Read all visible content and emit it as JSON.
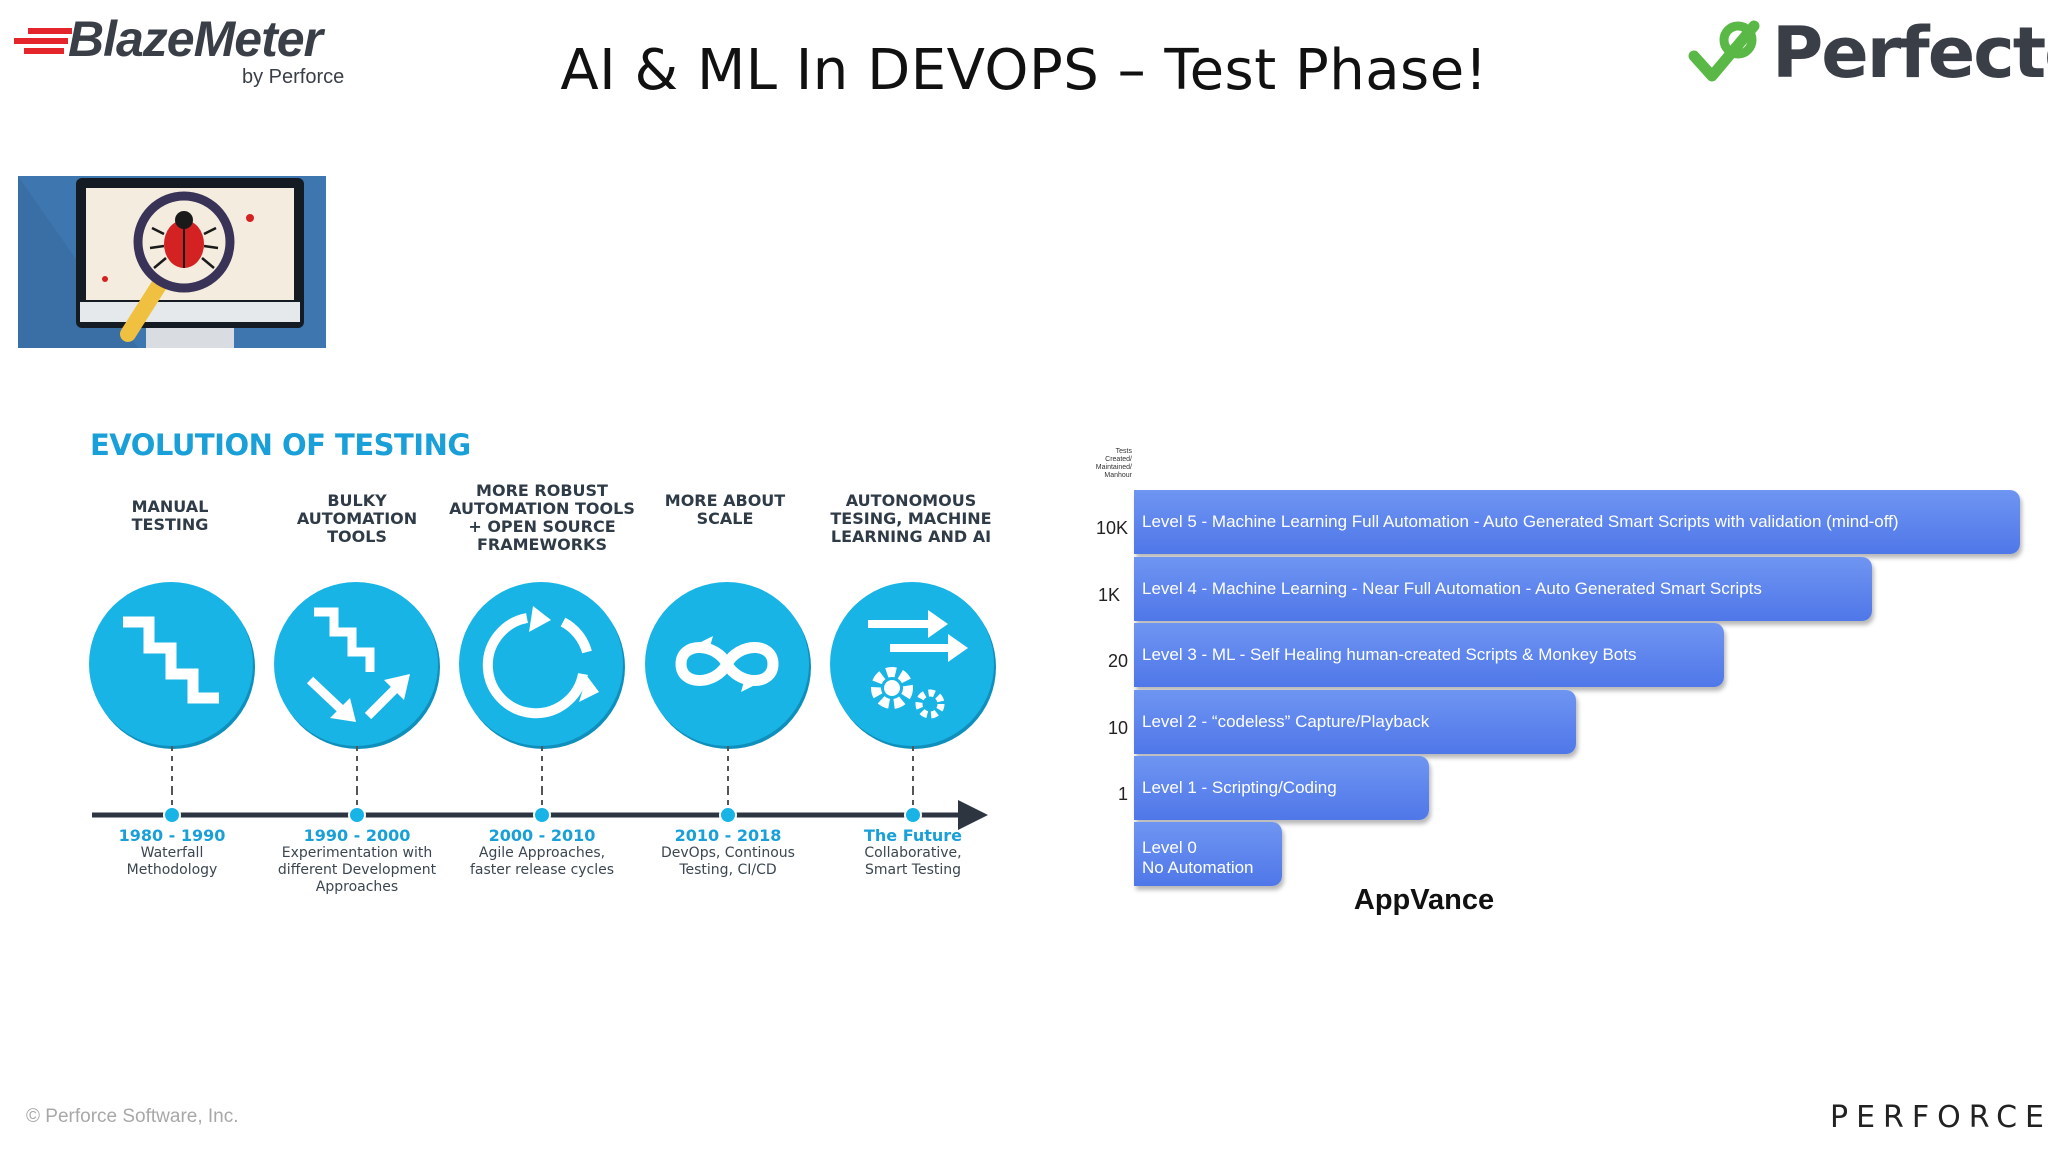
{
  "header": {
    "title": "AI & ML In DEVOPS – Test Phase!",
    "left_logo": {
      "name": "BlazeMeter",
      "sub": "by Perforce",
      "color": "#e4252c"
    },
    "right_logo": {
      "name": "Perfecto",
      "check_color": "#5ab946"
    }
  },
  "evolution": {
    "title": "EVOLUTION OF TESTING",
    "accent_color": "#18b4e6",
    "eras": [
      {
        "label": [
          "MANUAL",
          "TESTING"
        ],
        "icon": "stairs-icon",
        "year": "1980 - 1990",
        "desc": [
          "Waterfall",
          "Methodology"
        ]
      },
      {
        "label": [
          "BULKY",
          "AUTOMATION",
          "TOOLS"
        ],
        "icon": "stairs-arrows-icon",
        "year": "1990 - 2000",
        "desc": [
          "Experimentation with",
          "different Development",
          "Approaches"
        ]
      },
      {
        "label": [
          "MORE ROBUST",
          "AUTOMATION TOOLS",
          "+ OPEN SOURCE",
          "FRAMEWORKS"
        ],
        "icon": "cycle-icon",
        "year": "2000 - 2010",
        "desc": [
          "Agile Approaches,",
          "faster release cycles"
        ]
      },
      {
        "label": [
          "MORE ABOUT",
          "SCALE"
        ],
        "icon": "infinity-loop-icon",
        "year": "2010 - 2018",
        "desc": [
          "DevOps, Continous",
          "Testing, CI/CD"
        ]
      },
      {
        "label": [
          "AUTONOMOUS",
          "TESING, MACHINE",
          "LEARNING AND AI"
        ],
        "icon": "gears-arrows-icon",
        "year": "The Future",
        "desc": [
          "Collaborative,",
          "Smart Testing"
        ]
      }
    ]
  },
  "levels": {
    "y_axis_title": [
      "Tests",
      "Created/",
      "Maintained/",
      "Manhour"
    ],
    "bar_color": "#5a80ee",
    "items": [
      {
        "y": "10K",
        "label": [
          "Level 5 - Machine Learning Full Automation - Auto Generated Smart Scripts with validation (mind-off)"
        ]
      },
      {
        "y": "1K",
        "label": [
          "Level 4 - Machine Learning - Near Full Automation - Auto Generated Smart Scripts"
        ]
      },
      {
        "y": "20",
        "label": [
          "Level 3 - ML - Self Healing human-created Scripts & Monkey Bots"
        ]
      },
      {
        "y": "10",
        "label": [
          "Level 2 - “codeless” Capture/Playback"
        ]
      },
      {
        "y": "1",
        "label": [
          "Level 1 - Scripting/Coding"
        ]
      },
      {
        "y": "",
        "label": [
          "Level 0",
          "No Automation"
        ]
      }
    ],
    "caption": "AppVance"
  },
  "footer": {
    "copyright": "© Perforce Software, Inc.",
    "brand": "PERFORCE"
  }
}
